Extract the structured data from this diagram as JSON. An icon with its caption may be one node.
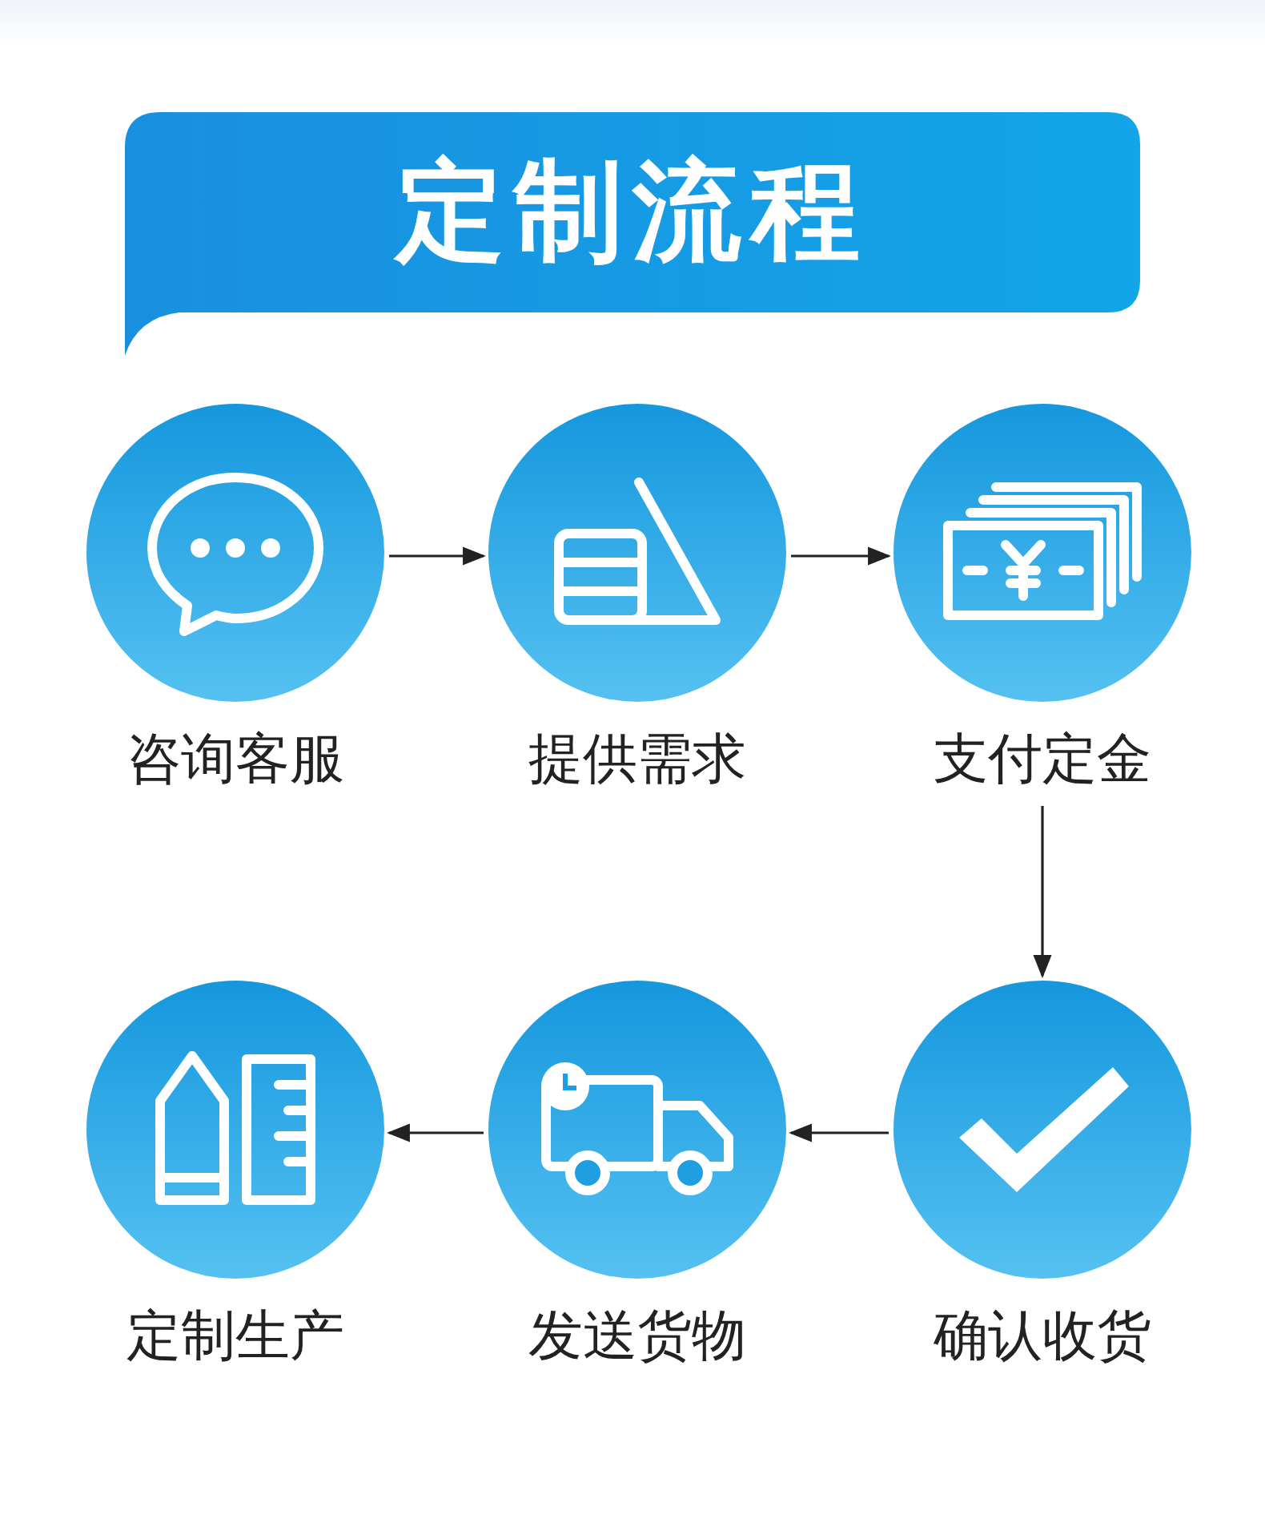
{
  "diagram": {
    "title": "定制流程",
    "nodes": [
      {
        "text": [
          "咨询客服"
        ]
      },
      {
        "text": [
          "提供需求"
        ]
      },
      {
        "text": [
          "支付定金"
        ]
      },
      {
        "text": [
          "确认收货"
        ]
      },
      {
        "text": [
          "发送货物"
        ]
      },
      {
        "text": [
          "定制生产"
        ]
      }
    ],
    "edges": [
      {
        "from": 0,
        "to": 1,
        "arrow": "to"
      },
      {
        "from": 1,
        "to": 2,
        "arrow": "to"
      },
      {
        "from": 2,
        "to": 3,
        "arrow": "to"
      },
      {
        "from": 3,
        "to": 4,
        "arrow": "to"
      },
      {
        "from": 4,
        "to": 5,
        "arrow": "to"
      }
    ]
  }
}
